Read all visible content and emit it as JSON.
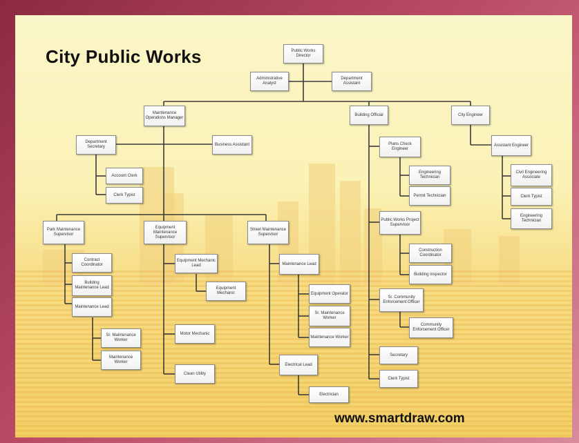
{
  "title": "City Public Works",
  "website": "www.smartdraw.com",
  "nodes": {
    "director": "Public Works Director",
    "admin_analyst": "Administrative Analyst",
    "exec_assistant": "Department Assistant",
    "maint_ops_manager": "Maintenance Operations Manager",
    "building_official": "Building Official",
    "city_engineer": "City Engineer",
    "dept_secretary": "Department Secretary",
    "business_asst": "Business Assistant",
    "account_clerk": "Account Clerk",
    "clerk_typist_1": "Clerk Typist",
    "park_supervisor": "Park Maintenance Supervisor",
    "equip_supervisor": "Equipment Maintenance Supervisor",
    "street_supervisor": "Street Maintenance Supervisor",
    "contract_coordinator": "Contract Coordinator",
    "building_maint_lead": "Building Maintenance Lead",
    "park_maint_lead": "Maintenance Lead",
    "sr_maint_worker_park": "Sr. Maintenance Worker",
    "maint_worker_park": "Maintenance Worker",
    "equip_mechanic_lead": "Equipment Mechanic Lead",
    "equip_mechanic": "Equipment Mechanic",
    "motor_mechanic": "Motor Mechanic",
    "clean_utility": "Clean Utility",
    "street_maint_lead": "Maintenance Lead",
    "equip_operator": "Equipment Operator",
    "sr_maint_worker_street": "Sr. Maintenance Worker",
    "maint_worker_street": "Maintenance Worker",
    "electrical_lead": "Electrical Lead",
    "electrician": "Electrician",
    "plan_check_engineer": "Plans Check Engineer",
    "engineering_tech": "Engineering Technician",
    "permit_tech": "Permit Technician",
    "pw_project_supervisor": "Public Works Project Supervisor",
    "construction_coordinator": "Construction Coordinator",
    "building_inspector": "Building Inspector",
    "sr_code_officer": "Sr. Community Enforcement Officer",
    "code_officer": "Community Enforcement Officer",
    "secretary": "Secretary",
    "clerk_typist_2": "Clerk Typist",
    "assoc_engineer": "Assistant Engineer",
    "civil_engineering_assoc": "Civil Engineering Associate",
    "clerk_typist_3": "Clerk Typist",
    "engineering_tech_2": "Engineering Technician"
  },
  "colors": {
    "frame": "#a83a55",
    "background": "#fbf2b6",
    "node_fill": "#ffffff",
    "connector": "#3a3a3a"
  }
}
